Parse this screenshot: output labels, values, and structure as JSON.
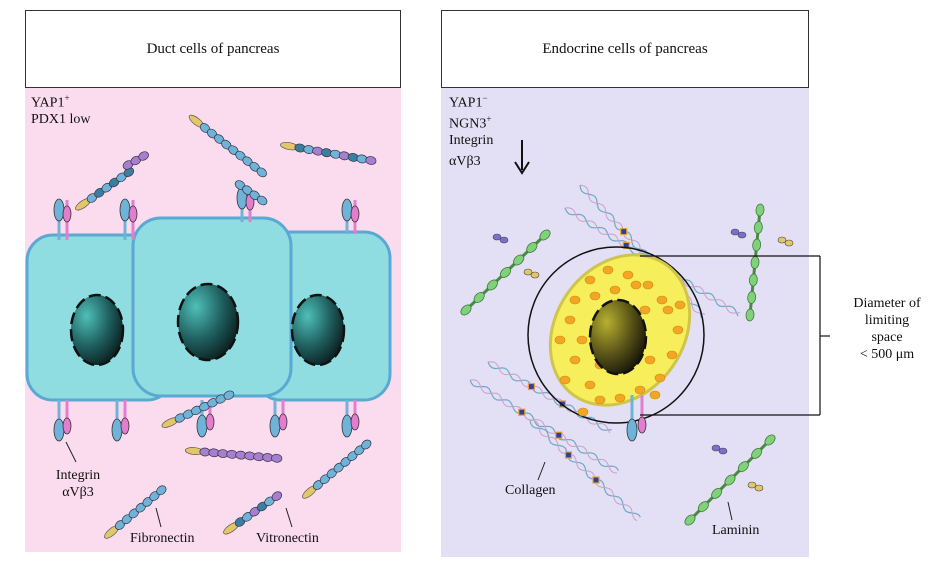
{
  "left_panel": {
    "title": "Duct cells of pancreas",
    "marker1": "YAP1",
    "marker1_sup": "+",
    "marker2": "PDX1 low",
    "label_integrin_1": "Integrin",
    "label_integrin_2": "αVβ3",
    "label_fibronectin": "Fibronectin",
    "label_vitronectin": "Vitronectin",
    "background_color": "#fadcee"
  },
  "right_panel": {
    "title": "Endocrine cells of pancreas",
    "marker1": "YAP1",
    "marker1_sup": "−",
    "marker2": "NGN3",
    "marker2_sup": "+",
    "marker3": "Integrin",
    "marker4": "αVβ3",
    "label_collagen": "Collagen",
    "label_laminin": "Laminin",
    "background_color": "#e3dff5"
  },
  "annotation": {
    "line1": "Diameter of",
    "line2": "limiting",
    "line3": "space",
    "line4": "< 500 μm"
  },
  "colors": {
    "cell_fill": "#8fdde0",
    "cell_stroke": "#5aa9d3",
    "fibronectin_bead": "#6fb3d8",
    "vitronectin_bead": "#a77ed0",
    "dark_teal_bead": "#3b7fa0",
    "tail_yellow": "#e2c66a",
    "integrin_pink": "#e37ecf",
    "integrin_blue": "#6fb3d8",
    "laminin_green": "#7fd27a",
    "endocrine_yellow": "#f6ee5a",
    "granule_orange": "#f2a623"
  }
}
